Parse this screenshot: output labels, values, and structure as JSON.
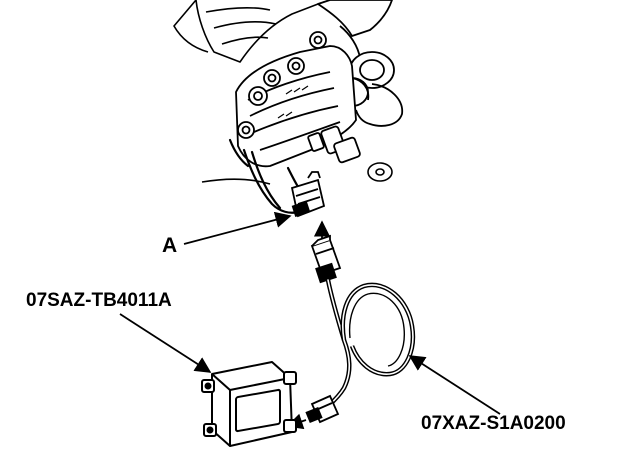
{
  "diagram": {
    "labels": {
      "connector": "A",
      "control_unit": "07SAZ-TB4011A",
      "harness": "07XAZ-S1A0200"
    },
    "colors": {
      "ink": "#000000",
      "paper": "#ffffff"
    }
  }
}
